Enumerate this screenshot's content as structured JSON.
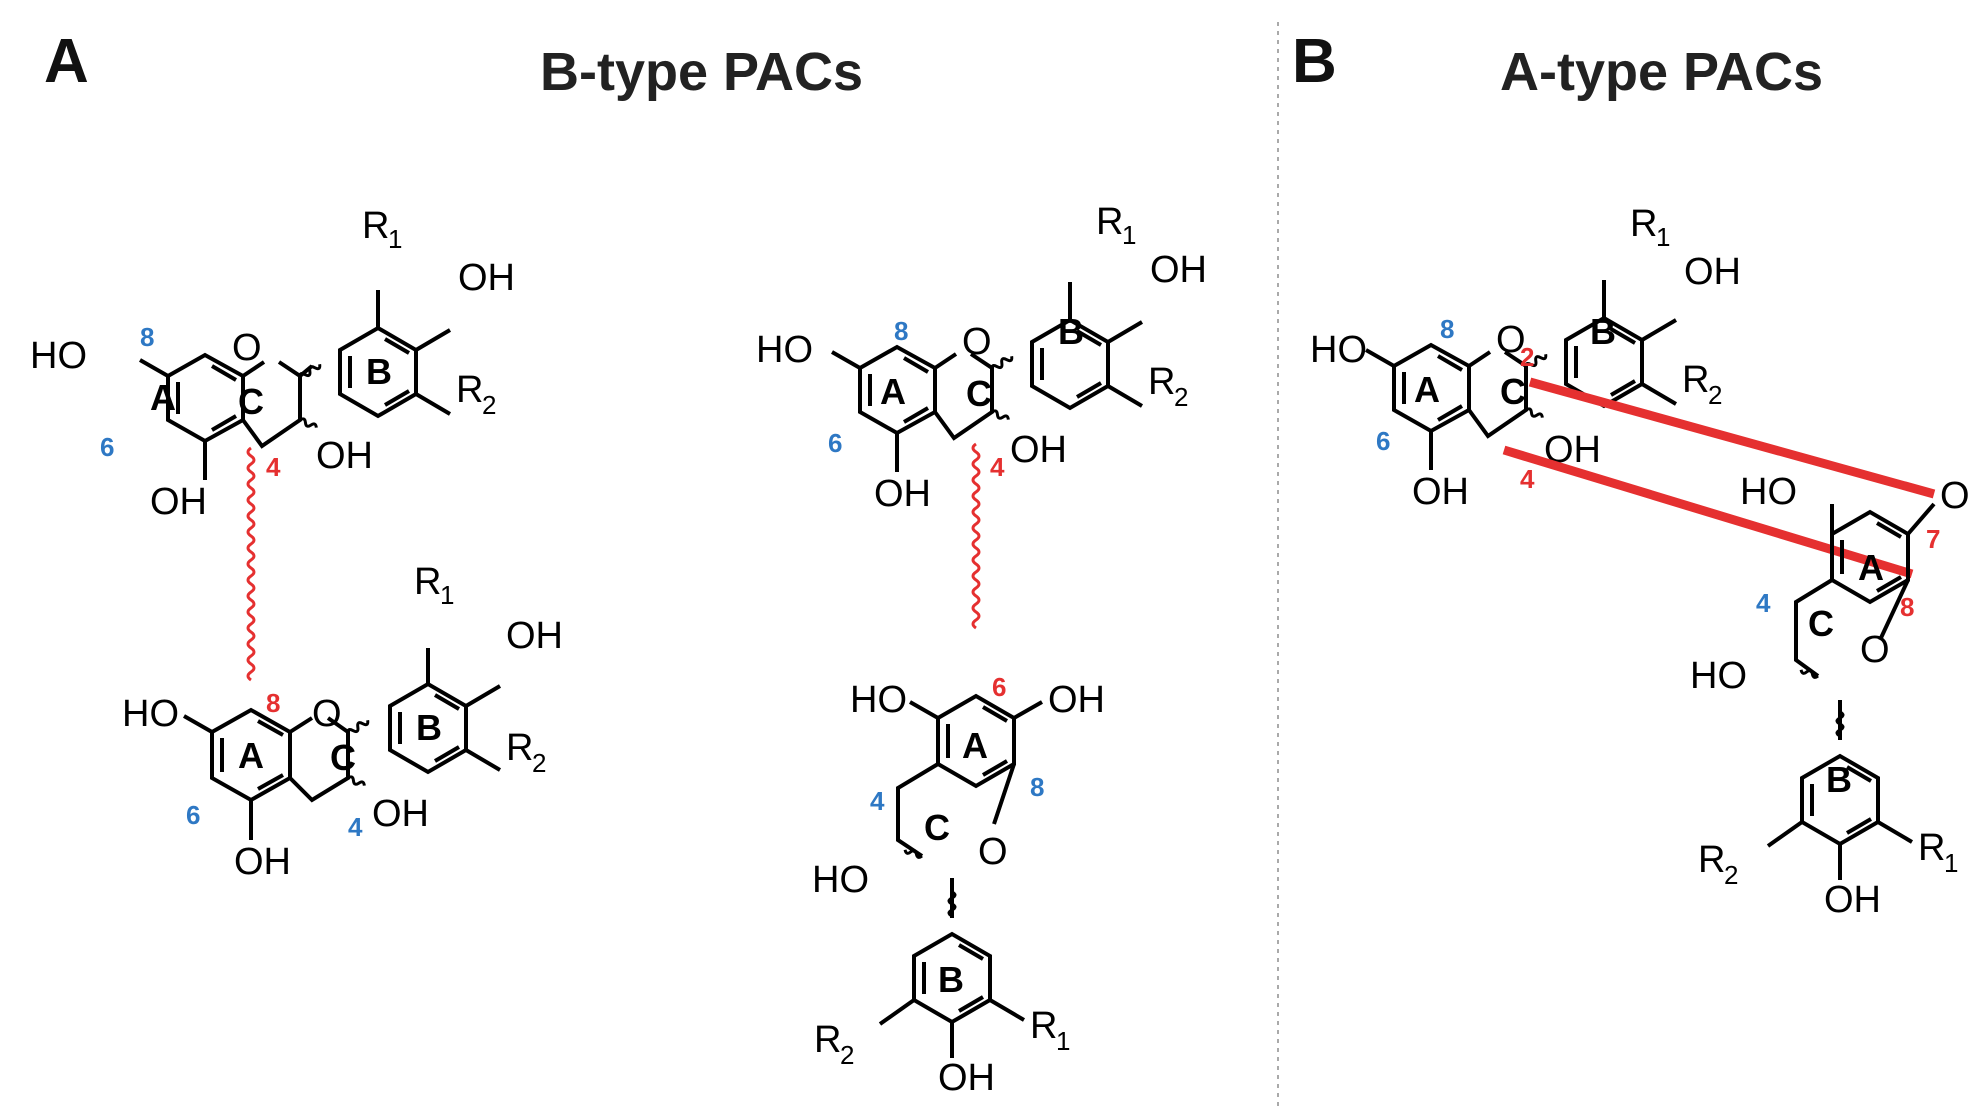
{
  "panels": {
    "a": {
      "letter": "A",
      "title": "B-type PACs"
    },
    "b": {
      "letter": "B",
      "title": "A-type PACs"
    }
  },
  "atoms": {
    "o": "O",
    "oh": "OH",
    "ho": "HO",
    "r": "R",
    "r1_sub": "1",
    "r2_sub": "2"
  },
  "rings": {
    "a": "A",
    "b": "B",
    "c": "C"
  },
  "numbers": {
    "n2": "2",
    "n4": "4",
    "n6": "6",
    "n7": "7",
    "n8": "8"
  },
  "colors": {
    "linkage": "#e53030",
    "position_blue": "#2e78c4",
    "position_red": "#e53030",
    "bond": "#000000",
    "divider": "#aaaaaa"
  }
}
